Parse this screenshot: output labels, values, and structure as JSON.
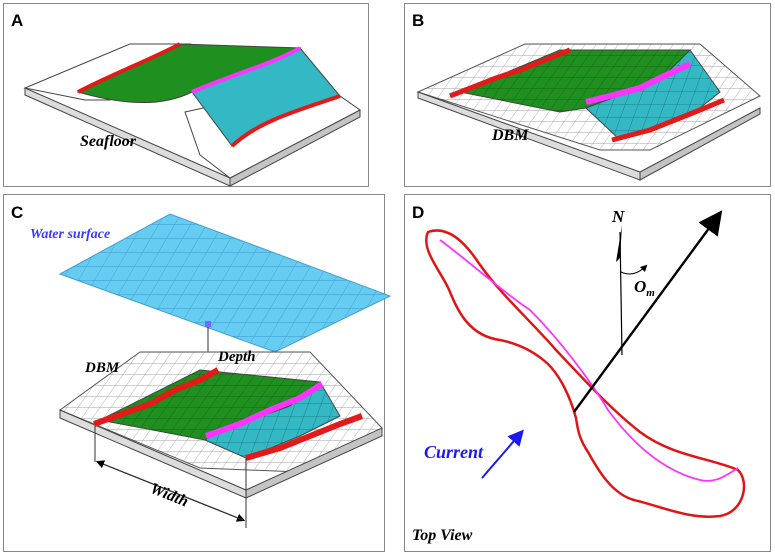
{
  "panels": {
    "a": {
      "letter": "A",
      "caption": "Seafloor"
    },
    "b": {
      "letter": "B",
      "caption": "DBM"
    },
    "c": {
      "letter": "C",
      "water_surface": "Water surface",
      "dbm": "DBM",
      "depth": "Depth",
      "width": "Width"
    },
    "d": {
      "letter": "D",
      "north": "N",
      "angle": "O",
      "angle_sub": "m",
      "current": "Current",
      "view": "Top View"
    }
  },
  "colors": {
    "green": "#1f8f1f",
    "cyan": "#33b8c4",
    "red": "#e21a1a",
    "magenta": "#ff33ff",
    "water": "#66ccf2",
    "current_blue": "#1a1aee",
    "outline": "#e01515"
  }
}
